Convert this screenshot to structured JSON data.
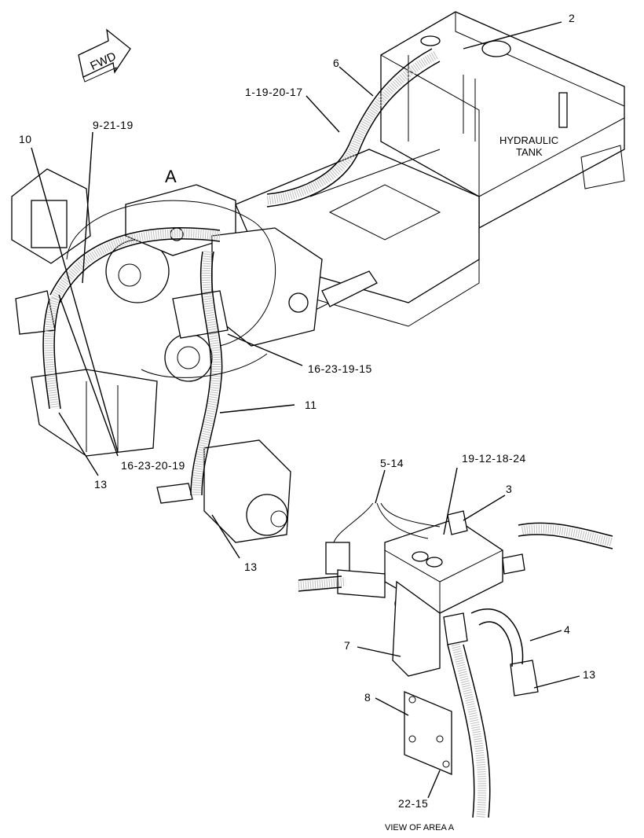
{
  "callouts": {
    "c2": "2",
    "c6": "6",
    "c1_19_20_17": "1-19-20-17",
    "c9_21_19": "9-21-19",
    "c10": "10",
    "c16_23_19_15": "16-23-19-15",
    "c11": "11",
    "c16_23_20_19": "16-23-20-19",
    "c13_left": "13",
    "c13_mid": "13",
    "c5_14": "5-14",
    "c19_12_18_24": "19-12-18-24",
    "c3": "3",
    "c4": "4",
    "c13_right": "13",
    "c7": "7",
    "c8": "8",
    "c22_15": "22-15"
  },
  "labels": {
    "fwd": "FWD",
    "tank_line1": "HYDRAULIC",
    "tank_line2": "TANK",
    "area_a": "A",
    "view_caption": "VIEW OF AREA A"
  },
  "icons": {
    "fwd_arrow": "forward-direction-arrow-icon"
  }
}
